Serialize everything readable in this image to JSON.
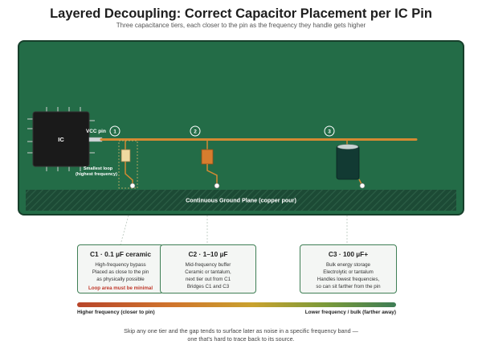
{
  "header": {
    "title": "Layered Decoupling: Correct Capacitor Placement per IC Pin",
    "subtitle": "Three capacitance tiers, each closer to the pin as the frequency they handle gets higher"
  },
  "board": {
    "ic_label": "IC",
    "vcc_label": "VCC pin",
    "markers": [
      "1",
      "2",
      "3"
    ],
    "loop_note_line1": "Smallest loop",
    "loop_note_line2": "(highest frequency)",
    "ground_plane_label": "Continuous Ground Plane (copper pour)"
  },
  "cards": [
    {
      "title": "C1 · 0.1 µF ceramic",
      "lines": [
        "High-frequency bypass",
        "Placed as close to the pin",
        "as physically possible"
      ],
      "warning": "Loop area must be minimal"
    },
    {
      "title": "C2 · 1–10 µF",
      "lines": [
        "Mid-frequency buffer",
        "Ceramic or tantalum,",
        "next tier out from C1",
        "Bridges C1 and C3"
      ]
    },
    {
      "title": "C3 · 100 µF+",
      "lines": [
        "Bulk energy storage",
        "Electrolytic or tantalum",
        "Handles lowest frequencies,",
        "so can sit farther from the pin"
      ]
    }
  ],
  "frequency_bar": {
    "left_label": "Higher frequency (closer to pin)",
    "right_label": "Lower frequency / bulk (farther away)"
  },
  "footer": {
    "line1": "Skip any one tier and the gap tends to surface later as noise in a specific frequency band —",
    "line2": "one that's hard to trace back to its source."
  },
  "colors": {
    "board": "#236c47",
    "trace": "#d38a33",
    "c1": "#f0d9a0",
    "c2": "#d77d2e",
    "c3": "#123a33",
    "accent": "#3f7f55",
    "warning": "#c0392b"
  }
}
